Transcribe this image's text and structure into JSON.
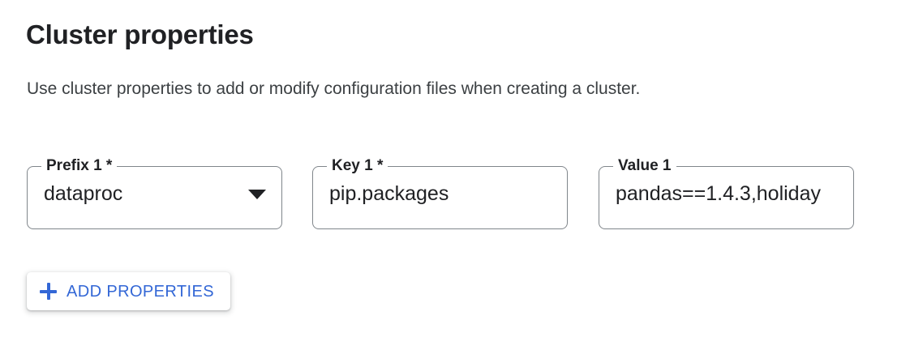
{
  "section": {
    "title": "Cluster properties",
    "description": "Use cluster properties to add or modify configuration files when creating a cluster."
  },
  "fields": [
    {
      "name": "prefix",
      "label": "Prefix 1 *",
      "value": "dataproc",
      "type": "select",
      "required": true,
      "caret_icon": "chevron-down-icon"
    },
    {
      "name": "key",
      "label": "Key 1 *",
      "value": "pip.packages",
      "type": "text",
      "required": true
    },
    {
      "name": "value",
      "label": "Value 1",
      "value": "pandas==1.4.3,holiday",
      "type": "text",
      "required": false
    }
  ],
  "actions": {
    "add_properties_label": "ADD PROPERTIES",
    "add_properties_icon": "plus-icon"
  },
  "colors": {
    "accent_blue": "#3367d6",
    "text_primary": "#202124",
    "text_secondary": "#3c4043",
    "field_border": "#80868b",
    "background": "#ffffff"
  }
}
